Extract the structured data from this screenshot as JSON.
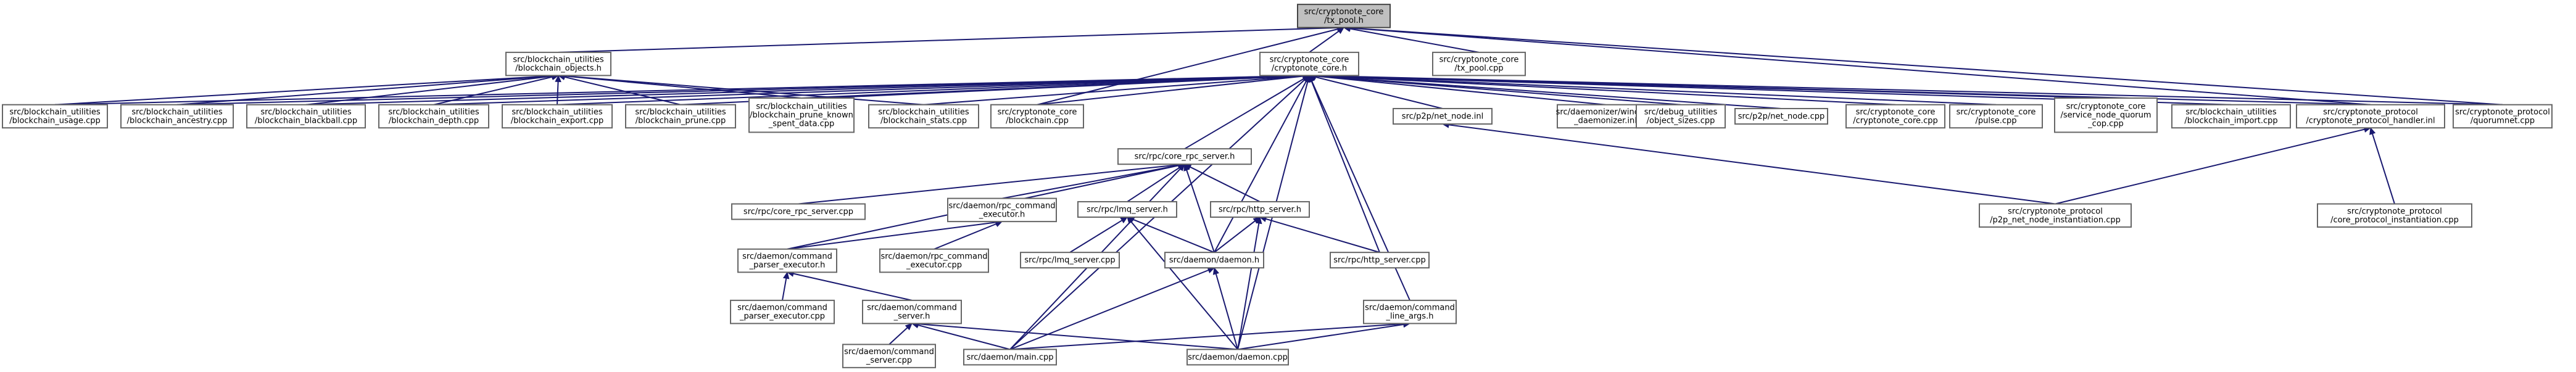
{
  "diagram": {
    "type": "include-dependency-graph",
    "colors": {
      "edge": "#191970",
      "root_fill": "#bfbfbf",
      "node_fill": "#ffffff",
      "node_border": "#666666"
    },
    "nodes": [
      {
        "id": "tx_pool_h",
        "lines": [
          "src/cryptonote_core",
          "/tx_pool.h"
        ],
        "root": true
      },
      {
        "id": "bc_objects_h",
        "lines": [
          "src/blockchain_utilities",
          "/blockchain_objects.h"
        ]
      },
      {
        "id": "cn_core_h",
        "lines": [
          "src/cryptonote_core",
          "/cryptonote_core.h"
        ]
      },
      {
        "id": "tx_pool_cpp",
        "lines": [
          "src/cryptonote_core",
          "/tx_pool.cpp"
        ]
      },
      {
        "id": "bc_usage",
        "lines": [
          "src/blockchain_utilities",
          "/blockchain_usage.cpp"
        ]
      },
      {
        "id": "bc_ancestry",
        "lines": [
          "src/blockchain_utilities",
          "/blockchain_ancestry.cpp"
        ]
      },
      {
        "id": "bc_blackball",
        "lines": [
          "src/blockchain_utilities",
          "/blockchain_blackball.cpp"
        ]
      },
      {
        "id": "bc_depth",
        "lines": [
          "src/blockchain_utilities",
          "/blockchain_depth.cpp"
        ]
      },
      {
        "id": "bc_export",
        "lines": [
          "src/blockchain_utilities",
          "/blockchain_export.cpp"
        ]
      },
      {
        "id": "bc_prune",
        "lines": [
          "src/blockchain_utilities",
          "/blockchain_prune.cpp"
        ]
      },
      {
        "id": "bc_prune_known",
        "lines": [
          "src/blockchain_utilities",
          "/blockchain_prune_known",
          "_spent_data.cpp"
        ]
      },
      {
        "id": "bc_stats",
        "lines": [
          "src/blockchain_utilities",
          "/blockchain_stats.cpp"
        ]
      },
      {
        "id": "cn_blockchain",
        "lines": [
          "src/cryptonote_core",
          "/blockchain.cpp"
        ]
      },
      {
        "id": "rpc_core_h",
        "lines": [
          "src/rpc/core_rpc_server.h"
        ]
      },
      {
        "id": "p2p_net_node_inl",
        "lines": [
          "src/p2p/net_node.inl"
        ]
      },
      {
        "id": "daemonizer_win",
        "lines": [
          "src/daemonizer/windows",
          "_daemonizer.inl"
        ]
      },
      {
        "id": "debug_obj_sizes",
        "lines": [
          "src/debug_utilities",
          "/object_sizes.cpp"
        ]
      },
      {
        "id": "p2p_net_node_cpp",
        "lines": [
          "src/p2p/net_node.cpp"
        ]
      },
      {
        "id": "cn_core_cpp",
        "lines": [
          "src/cryptonote_core",
          "/cryptonote_core.cpp"
        ]
      },
      {
        "id": "cn_pulse",
        "lines": [
          "src/cryptonote_core",
          "/pulse.cpp"
        ]
      },
      {
        "id": "cn_sn_quorum",
        "lines": [
          "src/cryptonote_core",
          "/service_node_quorum",
          "_cop.cpp"
        ]
      },
      {
        "id": "bc_import",
        "lines": [
          "src/blockchain_utilities",
          "/blockchain_import.cpp"
        ]
      },
      {
        "id": "cn_proto_handler",
        "lines": [
          "src/cryptonote_protocol",
          "/cryptonote_protocol_handler.inl"
        ]
      },
      {
        "id": "cn_proto_quorumnet",
        "lines": [
          "src/cryptonote_protocol",
          "/quorumnet.cpp"
        ]
      },
      {
        "id": "rpc_core_cpp",
        "lines": [
          "src/rpc/core_rpc_server.cpp"
        ]
      },
      {
        "id": "daemon_rpc_exec_h",
        "lines": [
          "src/daemon/rpc_command",
          "_executor.h"
        ]
      },
      {
        "id": "rpc_lmq_h",
        "lines": [
          "src/rpc/lmq_server.h"
        ]
      },
      {
        "id": "rpc_http_h",
        "lines": [
          "src/rpc/http_server.h"
        ]
      },
      {
        "id": "p2p_net_node_inst",
        "lines": [
          "src/cryptonote_protocol",
          "/p2p_net_node_instantiation.cpp"
        ]
      },
      {
        "id": "cn_proto_core_inst",
        "lines": [
          "src/cryptonote_protocol",
          "/core_protocol_instantiation.cpp"
        ]
      },
      {
        "id": "daemon_cmd_parser_h",
        "lines": [
          "src/daemon/command",
          "_parser_executor.h"
        ]
      },
      {
        "id": "daemon_rpc_exec_cpp",
        "lines": [
          "src/daemon/rpc_command",
          "_executor.cpp"
        ]
      },
      {
        "id": "rpc_lmq_cpp",
        "lines": [
          "src/rpc/lmq_server.cpp"
        ]
      },
      {
        "id": "daemon_h",
        "lines": [
          "src/daemon/daemon.h"
        ]
      },
      {
        "id": "rpc_http_cpp",
        "lines": [
          "src/rpc/http_server.cpp"
        ]
      },
      {
        "id": "daemon_cmd_parser_cpp",
        "lines": [
          "src/daemon/command",
          "_parser_executor.cpp"
        ]
      },
      {
        "id": "daemon_cmd_server_h",
        "lines": [
          "src/daemon/command",
          "_server.h"
        ]
      },
      {
        "id": "daemon_cmd_line_h",
        "lines": [
          "src/daemon/command",
          "_line_args.h"
        ]
      },
      {
        "id": "daemon_cmd_server_cpp",
        "lines": [
          "src/daemon/command",
          "_server.cpp"
        ]
      },
      {
        "id": "daemon_main",
        "lines": [
          "src/daemon/main.cpp"
        ]
      },
      {
        "id": "daemon_cpp",
        "lines": [
          "src/daemon/daemon.cpp"
        ]
      }
    ],
    "edges": [
      [
        "bc_objects_h",
        "tx_pool_h"
      ],
      [
        "cn_core_h",
        "tx_pool_h"
      ],
      [
        "tx_pool_cpp",
        "tx_pool_h"
      ],
      [
        "cn_blockchain",
        "tx_pool_h"
      ],
      [
        "cn_proto_handler",
        "tx_pool_h"
      ],
      [
        "cn_proto_quorumnet",
        "tx_pool_h"
      ],
      [
        "bc_usage",
        "bc_objects_h"
      ],
      [
        "bc_ancestry",
        "bc_objects_h"
      ],
      [
        "bc_blackball",
        "bc_objects_h"
      ],
      [
        "bc_depth",
        "bc_objects_h"
      ],
      [
        "bc_export",
        "bc_objects_h"
      ],
      [
        "bc_prune",
        "bc_objects_h"
      ],
      [
        "bc_prune_known",
        "bc_objects_h"
      ],
      [
        "bc_stats",
        "bc_objects_h"
      ],
      [
        "bc_usage",
        "cn_core_h"
      ],
      [
        "bc_ancestry",
        "cn_core_h"
      ],
      [
        "bc_blackball",
        "cn_core_h"
      ],
      [
        "bc_depth",
        "cn_core_h"
      ],
      [
        "bc_export",
        "cn_core_h"
      ],
      [
        "bc_prune",
        "cn_core_h"
      ],
      [
        "bc_prune_known",
        "cn_core_h"
      ],
      [
        "bc_stats",
        "cn_core_h"
      ],
      [
        "cn_blockchain",
        "cn_core_h"
      ],
      [
        "rpc_core_h",
        "cn_core_h"
      ],
      [
        "p2p_net_node_inl",
        "cn_core_h"
      ],
      [
        "daemonizer_win",
        "cn_core_h"
      ],
      [
        "debug_obj_sizes",
        "cn_core_h"
      ],
      [
        "p2p_net_node_cpp",
        "cn_core_h"
      ],
      [
        "cn_core_cpp",
        "cn_core_h"
      ],
      [
        "cn_pulse",
        "cn_core_h"
      ],
      [
        "cn_sn_quorum",
        "cn_core_h"
      ],
      [
        "bc_import",
        "cn_core_h"
      ],
      [
        "cn_proto_handler",
        "cn_core_h"
      ],
      [
        "cn_proto_quorumnet",
        "cn_core_h"
      ],
      [
        "daemon_h",
        "cn_core_h"
      ],
      [
        "daemon_main",
        "cn_core_h"
      ],
      [
        "daemon_cpp",
        "cn_core_h"
      ],
      [
        "daemon_cmd_line_h",
        "cn_core_h"
      ],
      [
        "rpc_http_cpp",
        "cn_core_h"
      ],
      [
        "rpc_core_cpp",
        "rpc_core_h"
      ],
      [
        "daemon_rpc_exec_h",
        "rpc_core_h"
      ],
      [
        "rpc_lmq_h",
        "rpc_core_h"
      ],
      [
        "rpc_http_h",
        "rpc_core_h"
      ],
      [
        "daemon_h",
        "rpc_core_h"
      ],
      [
        "daemon_cmd_parser_h",
        "rpc_core_h"
      ],
      [
        "daemon_main",
        "rpc_core_h"
      ],
      [
        "p2p_net_node_inst",
        "p2p_net_node_inl"
      ],
      [
        "p2p_net_node_inst",
        "cn_proto_handler"
      ],
      [
        "cn_proto_core_inst",
        "cn_proto_handler"
      ],
      [
        "daemon_cmd_parser_h",
        "daemon_rpc_exec_h"
      ],
      [
        "daemon_rpc_exec_cpp",
        "daemon_rpc_exec_h"
      ],
      [
        "rpc_lmq_cpp",
        "rpc_lmq_h"
      ],
      [
        "daemon_h",
        "rpc_lmq_h"
      ],
      [
        "daemon_cpp",
        "rpc_lmq_h"
      ],
      [
        "daemon_h",
        "rpc_http_h"
      ],
      [
        "rpc_http_cpp",
        "rpc_http_h"
      ],
      [
        "daemon_cpp",
        "rpc_http_h"
      ],
      [
        "daemon_cmd_parser_cpp",
        "daemon_cmd_parser_h"
      ],
      [
        "daemon_cmd_server_h",
        "daemon_cmd_parser_h"
      ],
      [
        "daemon_main",
        "daemon_h"
      ],
      [
        "daemon_cpp",
        "daemon_h"
      ],
      [
        "daemon_cmd_server_cpp",
        "daemon_cmd_server_h"
      ],
      [
        "daemon_main",
        "daemon_cmd_server_h"
      ],
      [
        "daemon_cpp",
        "daemon_cmd_server_h"
      ],
      [
        "daemon_main",
        "daemon_cmd_line_h"
      ],
      [
        "daemon_cpp",
        "daemon_cmd_line_h"
      ]
    ]
  }
}
